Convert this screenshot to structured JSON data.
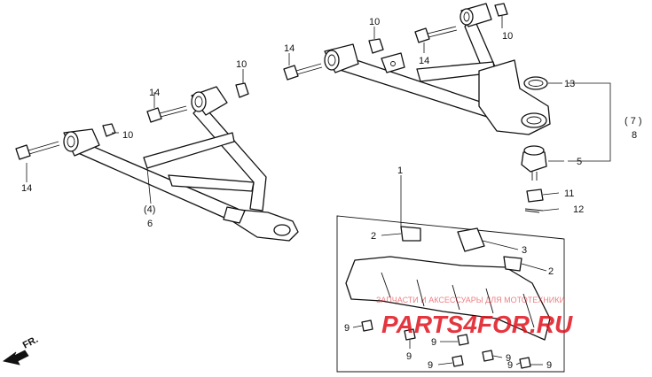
{
  "diagram": {
    "callouts": {
      "c1": "1",
      "c2a": "2",
      "c2b": "2",
      "c3": "3",
      "c4": "(4)",
      "c5": "5",
      "c6": "6",
      "c7": "( 7 )",
      "c8": "8",
      "c9a": "9",
      "c9b": "9",
      "c9c": "9",
      "c9d": "9",
      "c9e": "9",
      "c9f": "9",
      "c9g": "9",
      "c10a": "10",
      "c10b": "10",
      "c10c": "10",
      "c10d": "10",
      "c11": "11",
      "c12": "12",
      "c13": "13",
      "c14a": "14",
      "c14b": "14",
      "c14c": "14",
      "c14d": "14"
    },
    "direction_label": "FR.",
    "watermark": {
      "brand": "PARTS4FOR.RU",
      "tagline": "ЗАПЧАСТИ И АКСЕССУАРЫ ДЛЯ МОТОТЕХНИКИ"
    },
    "colors": {
      "ink": "#111111",
      "watermark": "#e0141e"
    }
  }
}
